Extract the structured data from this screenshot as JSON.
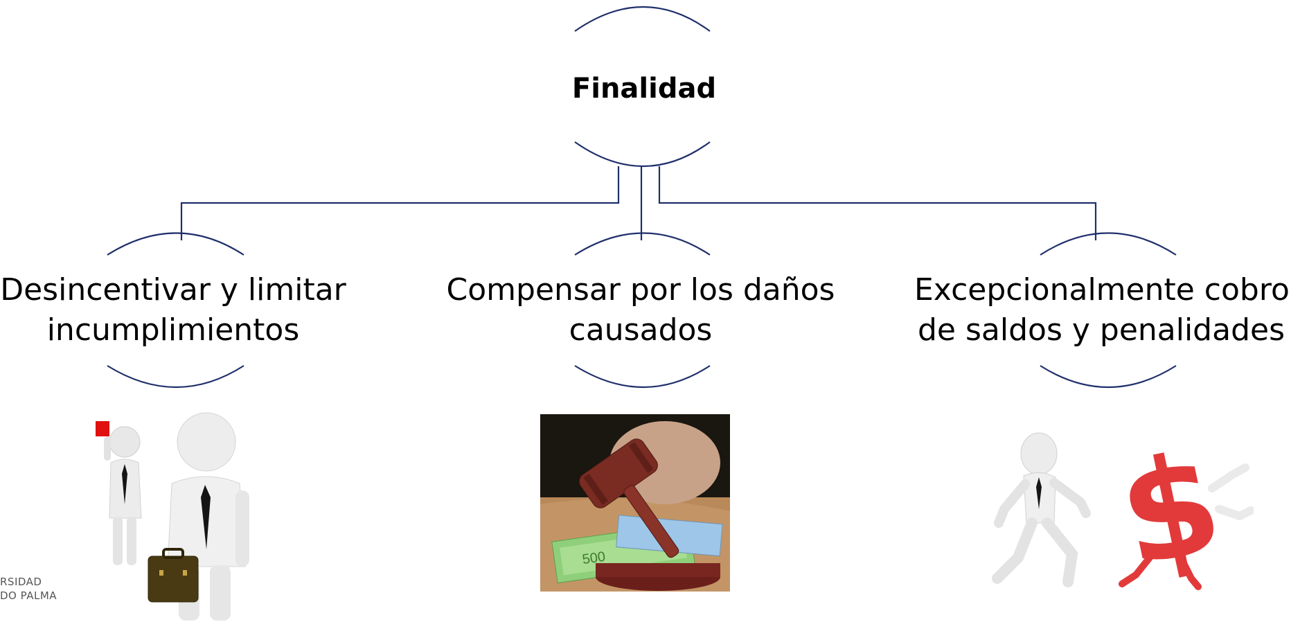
{
  "diagram": {
    "root": {
      "label": "Finalidad"
    },
    "children": [
      {
        "line1": "Desincentivar y limitar",
        "line2": "incumplimientos",
        "illustration": "person-red-card-and-businessman-with-briefcase"
      },
      {
        "line1": "Compensar por los daños",
        "line2": "causados",
        "illustration": "gavel-on-euro-banknotes"
      },
      {
        "line1": "Excepcionalmente cobro",
        "line2": "de saldos y penalidades",
        "illustration": "person-running-with-red-dollar-sign"
      }
    ],
    "line_color": "#1f2f6b"
  },
  "logo": {
    "line1": "RSIDAD",
    "line2": "DO PALMA"
  }
}
